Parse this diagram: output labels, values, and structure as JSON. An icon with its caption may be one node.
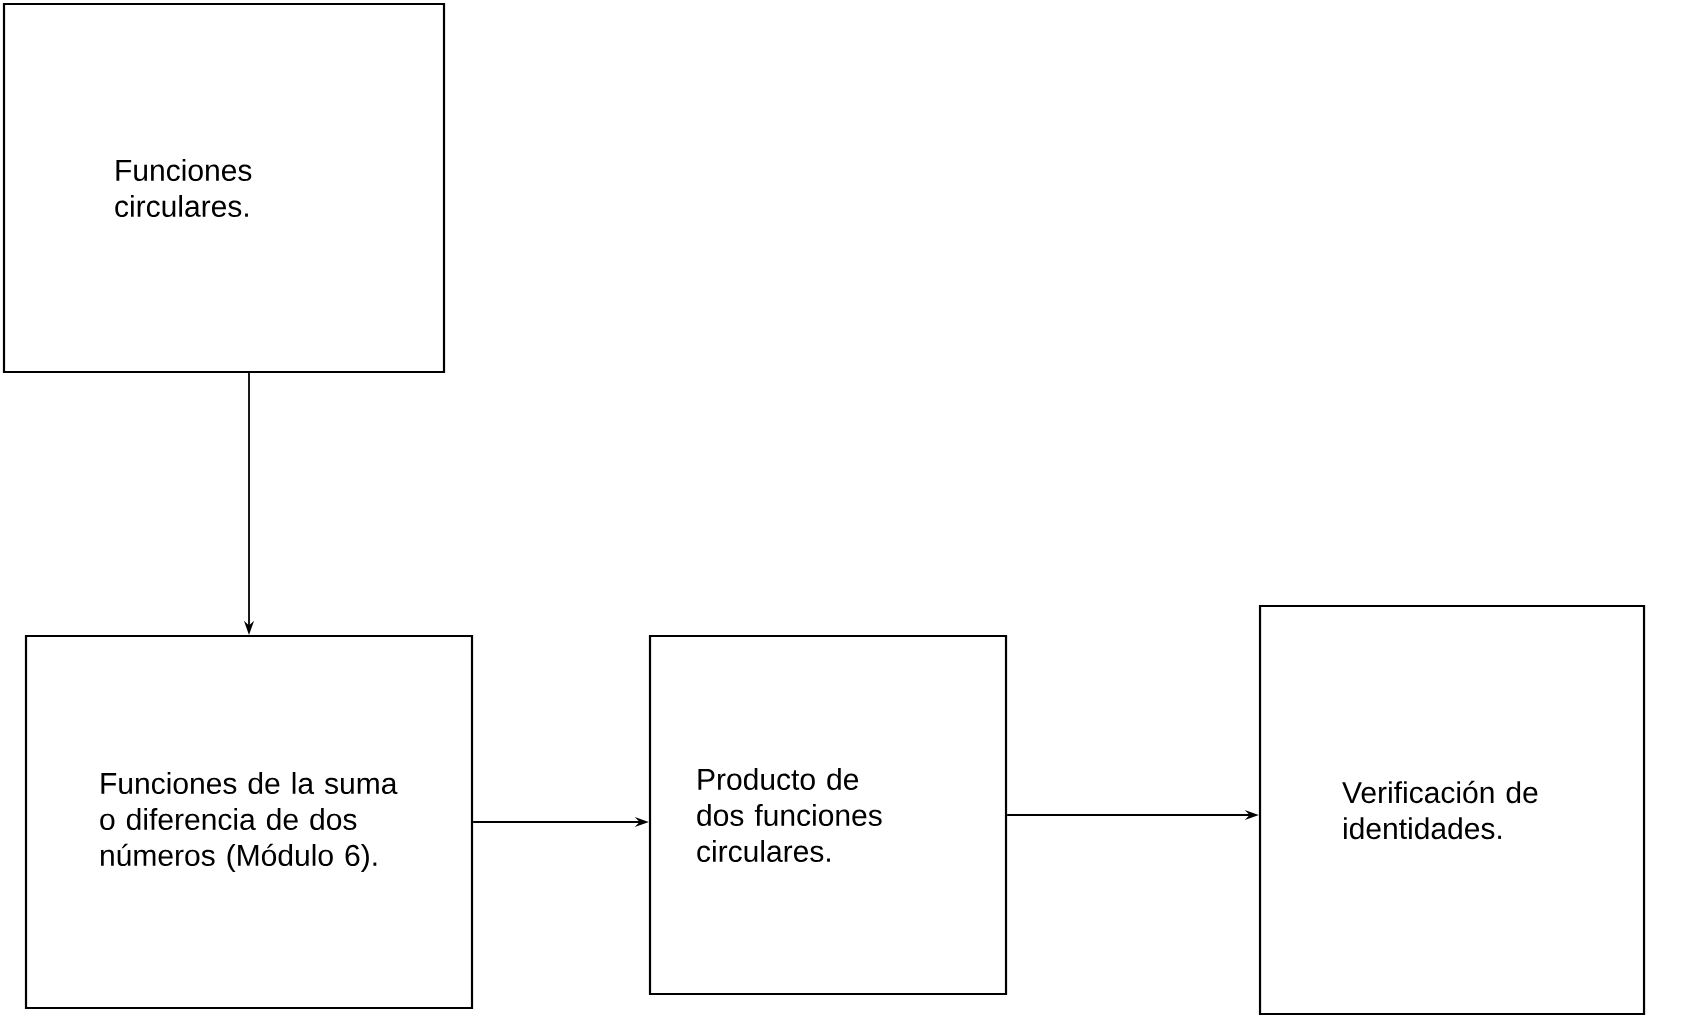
{
  "diagram": {
    "nodes": [
      {
        "text": [
          "Funciones circulares."
        ]
      },
      {
        "text": [
          "Funciones de la suma o diferencia de dos números (Módulo 6)."
        ]
      },
      {
        "text": [
          "Producto de dos funciones circulares."
        ]
      },
      {
        "text": [
          "Verificación de identidades."
        ]
      }
    ],
    "edges": [
      {
        "from": 0,
        "to": 1,
        "arrow": "to"
      },
      {
        "from": 1,
        "to": 2,
        "arrow": "to"
      },
      {
        "from": 2,
        "to": 3,
        "arrow": "to"
      }
    ]
  }
}
